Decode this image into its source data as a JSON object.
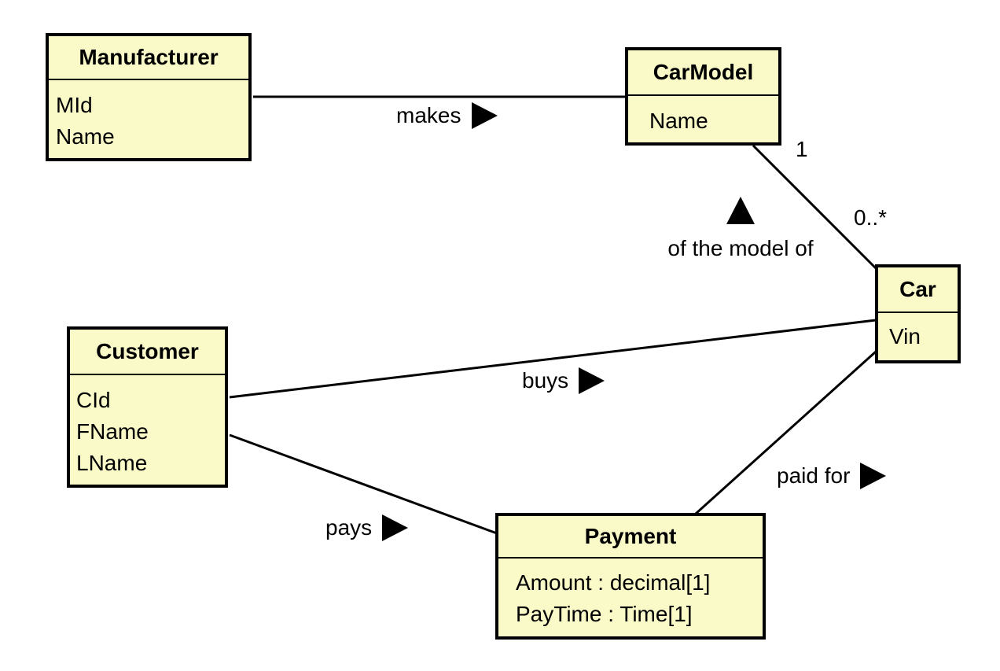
{
  "title": "UML class diagram",
  "colors": {
    "background": "#ffffff",
    "class_fill": "#faf9c8",
    "class_border": "#000000",
    "line": "#000000",
    "text": "#000000"
  },
  "icons": {
    "right_arrow": "▶",
    "up_arrow": "▲"
  },
  "classes": [
    {
      "name": "Manufacturer",
      "attributes": [
        "MId",
        "Name"
      ]
    },
    {
      "name": "CarModel",
      "attributes": [
        "Name"
      ]
    },
    {
      "name": "Car",
      "attributes": [
        "Vin"
      ]
    },
    {
      "name": "Customer",
      "attributes": [
        "CId",
        "FName",
        "LName"
      ]
    },
    {
      "name": "Payment",
      "attributes": [
        "Amount : decimal[1]",
        "PayTime : Time[1]"
      ]
    }
  ],
  "associations": [
    {
      "label": "makes",
      "from": "Manufacturer",
      "to": "CarModel",
      "reading_direction": "right"
    },
    {
      "label": "of the model of",
      "from": "Car",
      "to": "CarModel",
      "reading_direction": "up",
      "multiplicity_carmodel_end": "1",
      "multiplicity_car_end": "0..*"
    },
    {
      "label": "buys",
      "from": "Customer",
      "to": "Car",
      "reading_direction": "right"
    },
    {
      "label": "pays",
      "from": "Customer",
      "to": "Payment",
      "reading_direction": "right"
    },
    {
      "label": "paid for",
      "from": "Payment",
      "to": "Car",
      "reading_direction": "right"
    }
  ]
}
